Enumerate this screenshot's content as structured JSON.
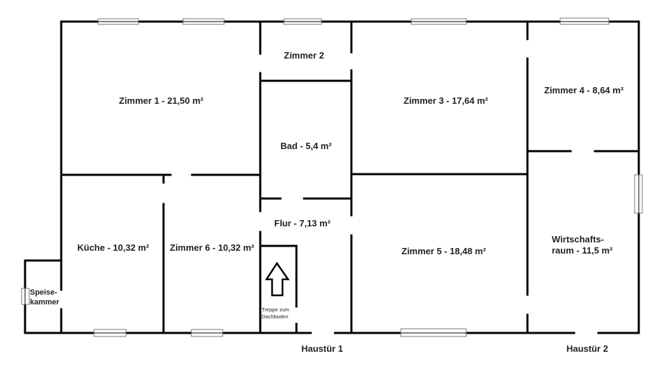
{
  "plan": {
    "rooms": [
      {
        "id": "zimmer1",
        "label": "Zimmer 1 - 21,50 m²"
      },
      {
        "id": "zimmer2",
        "label": "Zimmer 2"
      },
      {
        "id": "zimmer3",
        "label": "Zimmer 3 - 17,64 m²"
      },
      {
        "id": "zimmer4",
        "label": "Zimmer 4 - 8,64 m²"
      },
      {
        "id": "bad",
        "label": "Bad - 5,4 m²"
      },
      {
        "id": "kueche",
        "label": "Küche - 10,32 m²"
      },
      {
        "id": "zimmer6",
        "label": "Zimmer 6 - 10,32 m²"
      },
      {
        "id": "flur",
        "label": "Flur - 7,13 m²"
      },
      {
        "id": "zimmer5",
        "label": "Zimmer 5 - 18,48 m²"
      },
      {
        "id": "wirtschaftsraum",
        "label_line1": "Wirtschafts-",
        "label_line2": "raum - 11,5 m²"
      },
      {
        "id": "speisekammer",
        "label_line1": "Speise-",
        "label_line2": "kammer"
      }
    ],
    "stairs": {
      "line1": "Treppe zum",
      "line2": "Dachboden"
    },
    "doors": [
      {
        "id": "haustuer1",
        "label": "Haustür 1"
      },
      {
        "id": "haustuer2",
        "label": "Haustür 2"
      }
    ],
    "colors": {
      "wall": "#000000",
      "window": "#777777",
      "text": "#222222"
    }
  }
}
